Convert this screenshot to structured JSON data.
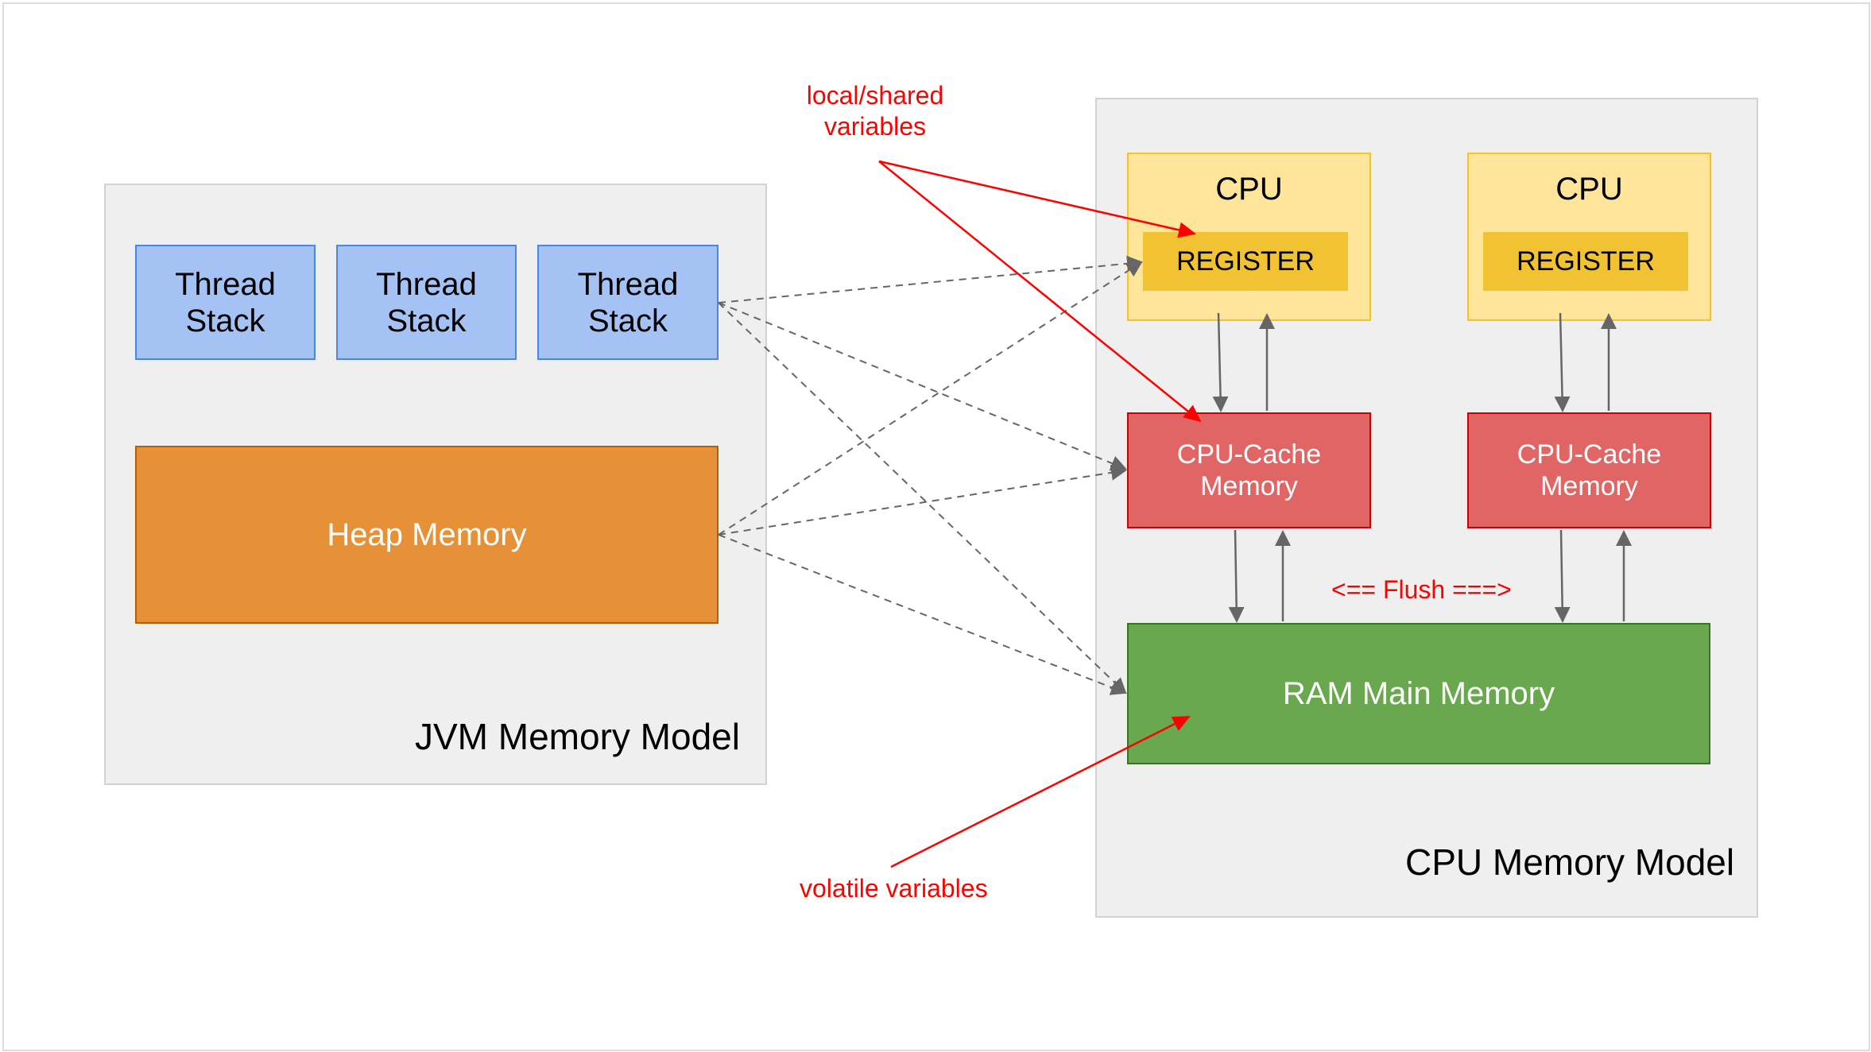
{
  "jvm": {
    "title": "JVM Memory Model",
    "thread_stacks": [
      {
        "line1": "Thread",
        "line2": "Stack"
      },
      {
        "line1": "Thread",
        "line2": "Stack"
      },
      {
        "line1": "Thread",
        "line2": "Stack"
      }
    ],
    "heap": "Heap Memory"
  },
  "cpu_model": {
    "title": "CPU Memory Model",
    "cpus": [
      {
        "label": "CPU",
        "register": "REGISTER",
        "cache_line1": "CPU-Cache",
        "cache_line2": "Memory"
      },
      {
        "label": "CPU",
        "register": "REGISTER",
        "cache_line1": "CPU-Cache",
        "cache_line2": "Memory"
      }
    ],
    "ram": "RAM Main Memory"
  },
  "annotations": {
    "local_shared_line1": "local/shared",
    "local_shared_line2": "variables",
    "flush": "<== Flush ===>",
    "volatile": "volatile variables"
  },
  "colors": {
    "thread_stack": "#a4c2f4",
    "heap": "#e69138",
    "cpu": "#ffe599",
    "register": "#f1c232",
    "cache": "#e06666",
    "ram": "#6aa84f",
    "annotation": "#ff0000",
    "panel": "#efefef"
  }
}
